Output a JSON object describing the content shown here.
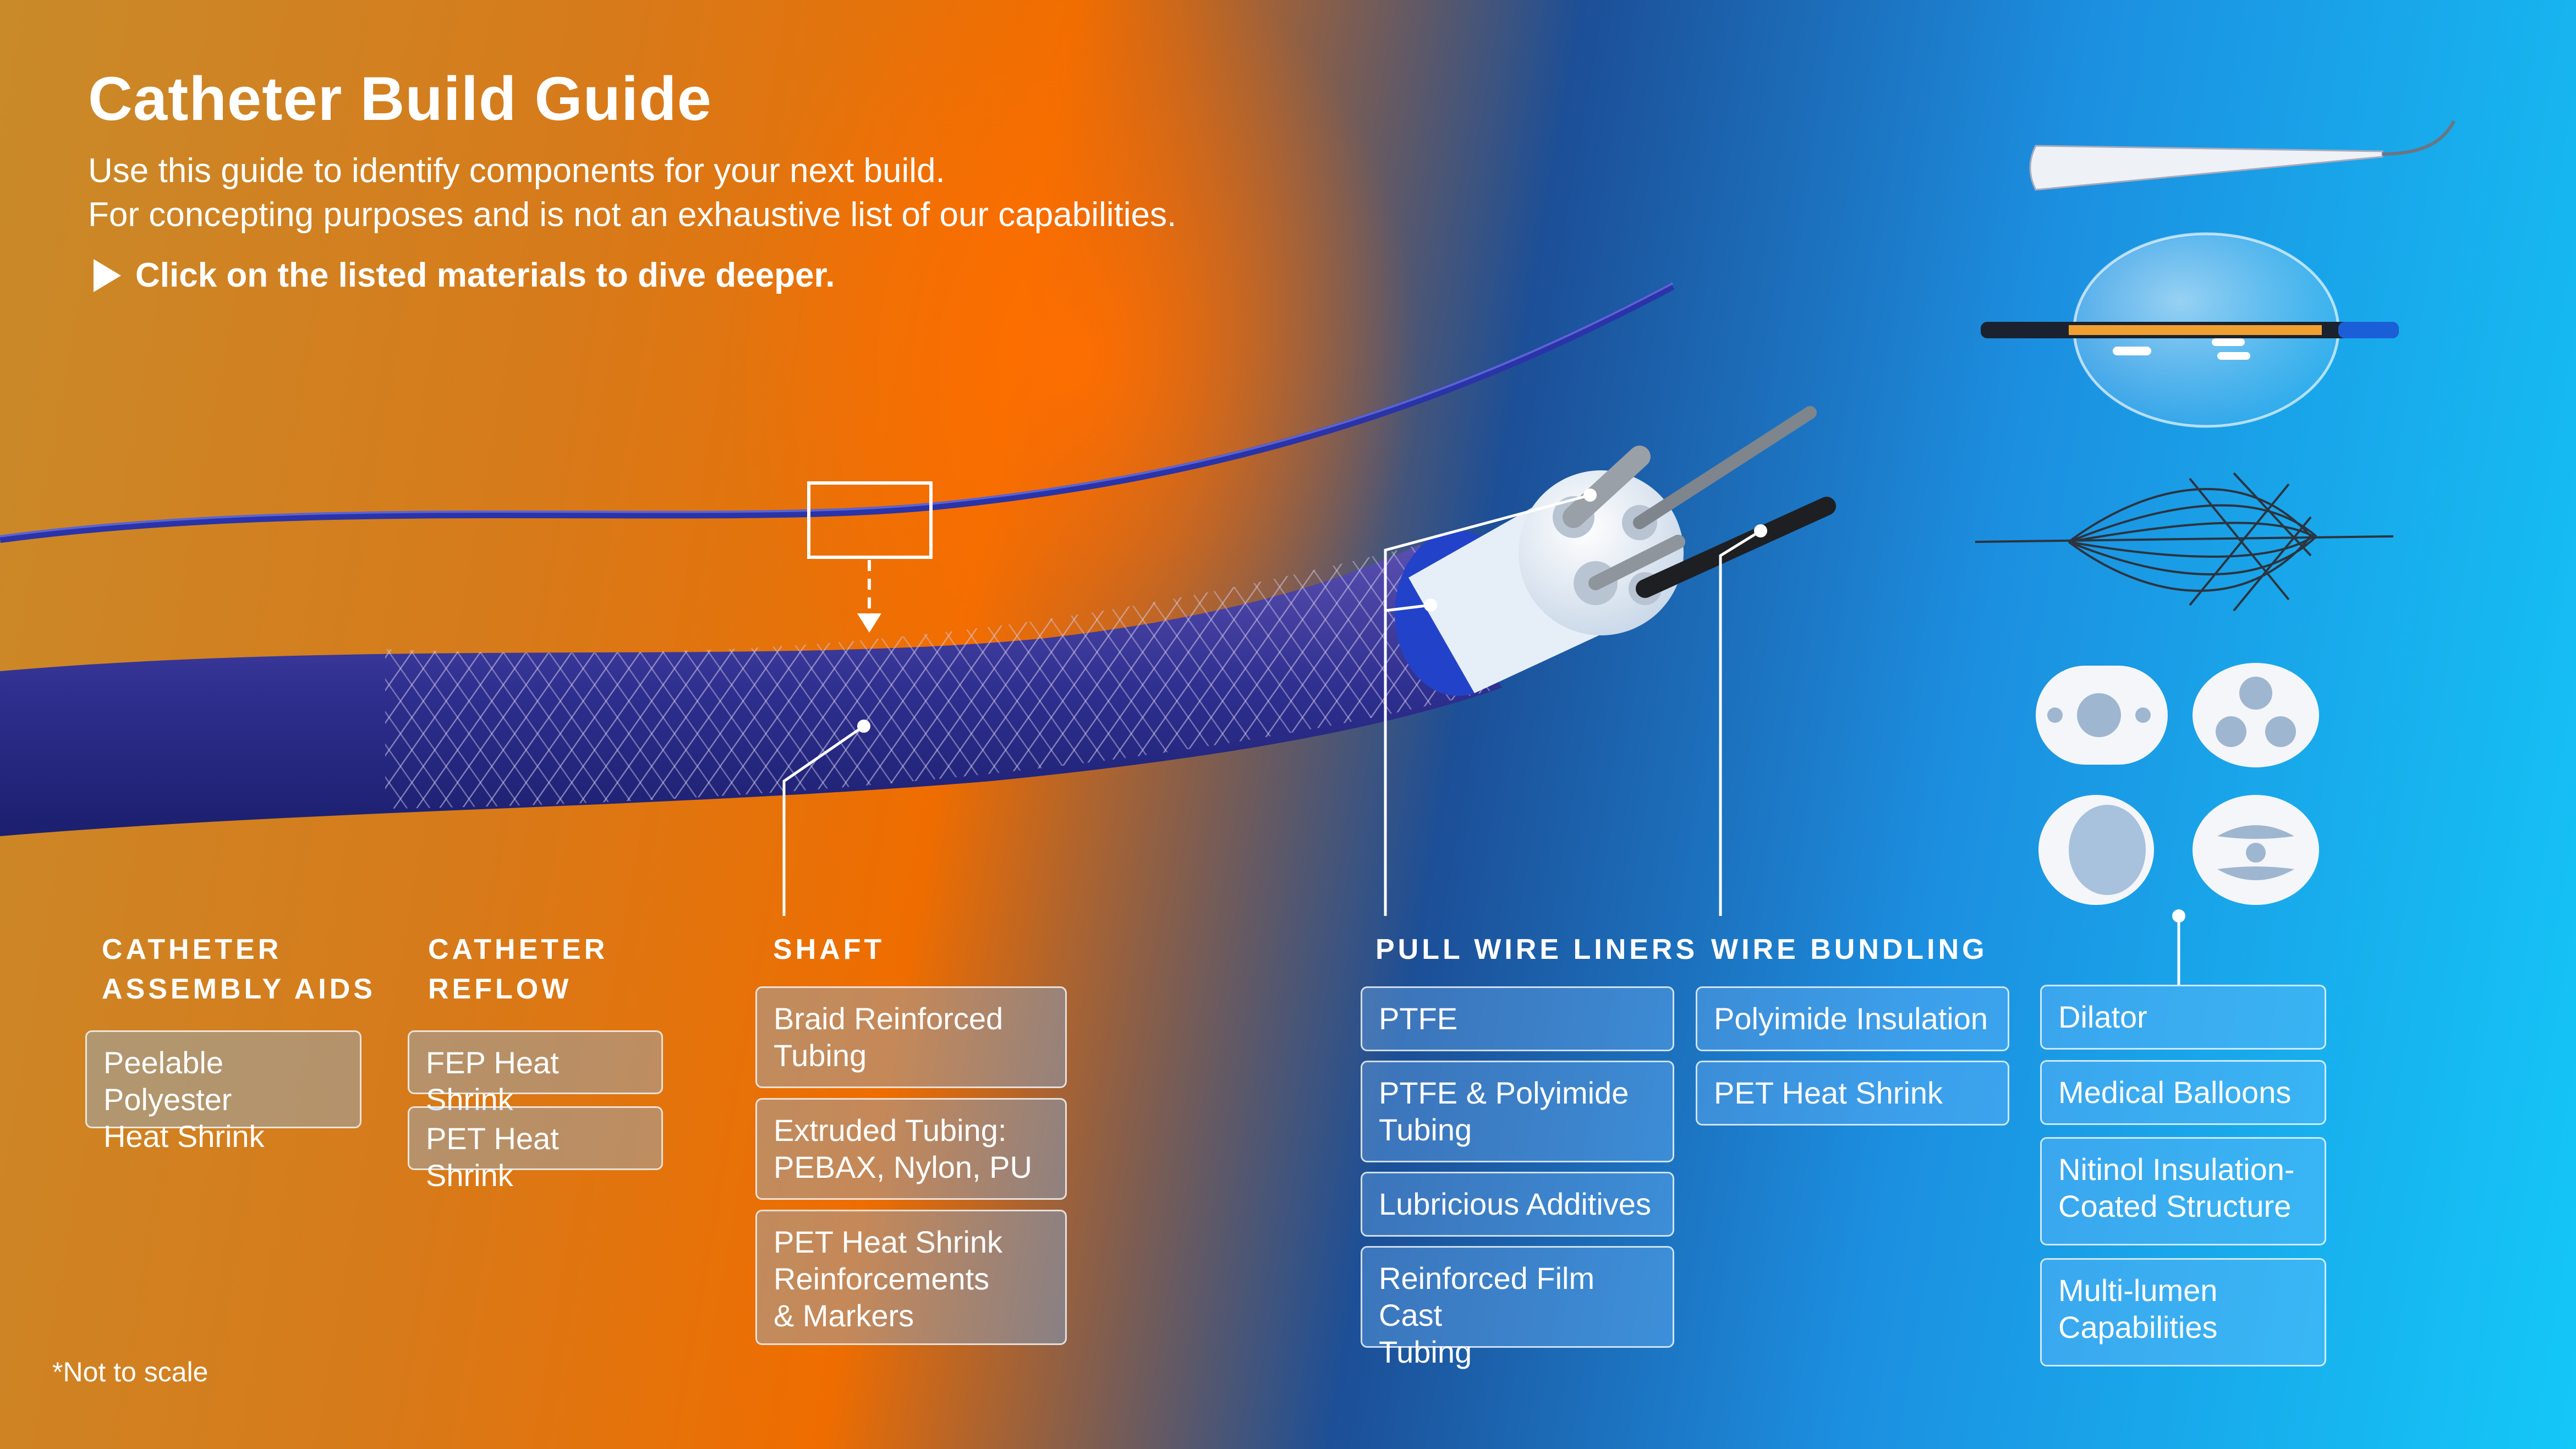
{
  "header": {
    "title": "Catheter Build Guide",
    "subtitle_line1": "Use this guide to identify components for your next build.",
    "subtitle_line2": "For concepting purposes and is not an exhaustive list of our capabilities.",
    "cta": "Click on the listed materials to dive deeper.",
    "cta_icon": "play-triangle-icon"
  },
  "columns": {
    "assembly_aids": {
      "heading": "CATHETER\nASSEMBLY AIDS",
      "items": [
        "Peelable Polyester\nHeat Shrink"
      ]
    },
    "reflow": {
      "heading": "CATHETER\nREFLOW",
      "items": [
        "FEP Heat Shrink",
        "PET Heat Shrink"
      ]
    },
    "shaft": {
      "heading": "SHAFT",
      "items": [
        "Braid Reinforced\nTubing",
        "Extruded Tubing:\nPEBAX, Nylon, PU",
        "PET Heat Shrink\nReinforcements\n& Markers"
      ]
    },
    "pull_wire": {
      "heading": "PULL WIRE LINERS",
      "items": [
        "PTFE",
        "PTFE & Polyimide\nTubing",
        "Lubricious Additives",
        "Reinforced Film Cast\nTubing"
      ]
    },
    "wire_bundling": {
      "heading": "WIRE BUNDLING",
      "items": [
        "Polyimide Insulation",
        "PET Heat Shrink"
      ]
    },
    "components": {
      "items": [
        "Dilator",
        "Medical Balloons",
        "Nitinol Insulation-\nCoated Structure",
        "Multi-lumen\nCapabilities"
      ]
    }
  },
  "footnote": "*Not to scale",
  "colors": {
    "orange": "#ef6d00",
    "navy": "#1c3a8c",
    "cyan": "#14c8f8",
    "box_fill": "rgba(120,190,255,0.35)"
  }
}
